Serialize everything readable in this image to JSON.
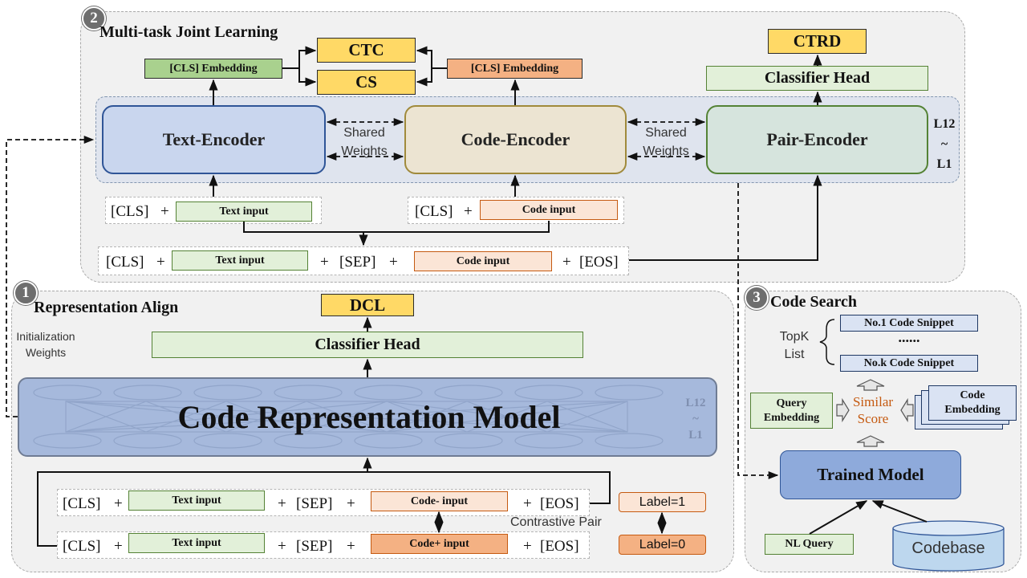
{
  "panel2": {
    "number": "2",
    "title": "Multi-task Joint Learning",
    "ctc": "CTC",
    "cs": "CS",
    "cls_embedding_left": "[CLS]  Embedding",
    "cls_embedding_right": "[CLS]  Embedding",
    "ctrd": "CTRD",
    "classifier_head": "Classifier Head",
    "text_encoder": "Text-Encoder",
    "code_encoder": "Code-Encoder",
    "pair_encoder": "Pair-Encoder",
    "shared_weights_1": [
      "Shared",
      "Weights"
    ],
    "shared_weights_2": [
      "Shared",
      "Weights"
    ],
    "layers": [
      "L12",
      "~",
      "L1"
    ],
    "text_seq": {
      "cls": "[CLS]",
      "plus": "+",
      "input": "Text input"
    },
    "code_seq": {
      "cls": "[CLS]",
      "plus": "+",
      "input": "Code input"
    },
    "pair_seq": {
      "cls": "[CLS]",
      "plus": "+",
      "text_input": "Text input",
      "sep": "[SEP]",
      "code_input": "Code input",
      "eos": "[EOS]"
    }
  },
  "panel1": {
    "number": "1",
    "title": "Representation Align",
    "dcl": "DCL",
    "classifier_head": "Classifier Head",
    "model": "Code Representation Model",
    "layers": [
      "L12",
      "~",
      "L1"
    ],
    "init_weights": [
      "Initialization",
      "Weights"
    ],
    "row_neg": {
      "cls": "[CLS]",
      "plus": "+",
      "text_input": "Text input",
      "sep": "[SEP]",
      "code_input": "Code- input",
      "eos": "[EOS]"
    },
    "row_pos": {
      "cls": "[CLS]",
      "plus": "+",
      "text_input": "Text input",
      "sep": "[SEP]",
      "code_input": "Code+ input",
      "eos": "[EOS]"
    },
    "contrastive_pair": "Contrastive Pair",
    "label1": "Label=1",
    "label0": "Label=0"
  },
  "panel3": {
    "number": "3",
    "title": "Code Search",
    "topk": [
      "TopK",
      "List"
    ],
    "snippet1": "No.1 Code Snippet",
    "dots": "......",
    "snippetk": "No.k Code Snippet",
    "query_embedding": [
      "Query",
      "Embedding"
    ],
    "similar_score": [
      "Similar",
      "Score"
    ],
    "code_embedding": [
      "Code",
      "Embedding"
    ],
    "trained_model": "Trained Model",
    "nl_query": "NL Query",
    "codebase": "Codebase"
  },
  "colors": {
    "cta_yellow": "#ffd966",
    "embed_green": "#a9d18e",
    "embed_orange": "#f4b183",
    "text_encoder": "#c9d6ee",
    "code_encoder": "#ece4d2",
    "pair_encoder": "#d6e4dd",
    "model_blue": "#a6b9dc",
    "trained_model": "#8eaadb",
    "codebase": "#bdd7ee",
    "score_text": "#c55a11"
  }
}
